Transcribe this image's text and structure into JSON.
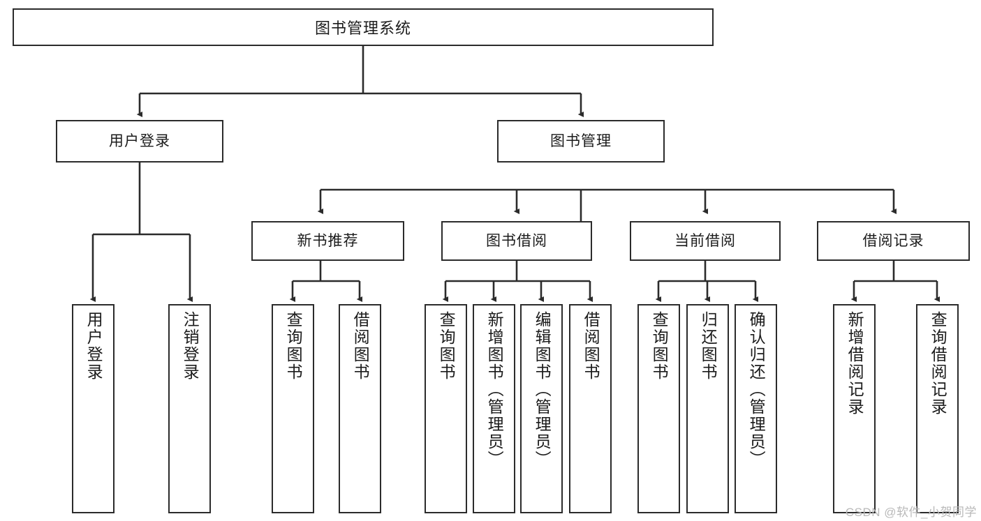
{
  "diagram": {
    "title": "图书管理系统",
    "type": "tree-hierarchy",
    "root": {
      "label": "图书管理系统"
    },
    "level1": [
      {
        "label": "用户登录"
      },
      {
        "label": "图书管理"
      }
    ],
    "level2": [
      {
        "label": "新书推荐"
      },
      {
        "label": "图书借阅"
      },
      {
        "label": "当前借阅"
      },
      {
        "label": "借阅记录"
      }
    ],
    "leaves": {
      "user_login": [
        {
          "label": "用户登录"
        },
        {
          "label": "注销登录"
        }
      ],
      "new_book_recommend": [
        {
          "label": "查询图书"
        },
        {
          "label": "借阅图书"
        }
      ],
      "book_borrow": [
        {
          "label": "查询图书"
        },
        {
          "label": "新增图书（管理员）"
        },
        {
          "label": "编辑图书（管理员）"
        },
        {
          "label": "借阅图书"
        }
      ],
      "current_borrow": [
        {
          "label": "查询图书"
        },
        {
          "label": "归还图书"
        },
        {
          "label": "确认归还（管理员）"
        }
      ],
      "borrow_records": [
        {
          "label": "新增借阅记录"
        },
        {
          "label": "查询借阅记录"
        }
      ]
    }
  },
  "watermark": {
    "text": "CSDN @软件_小贺同学"
  },
  "colors": {
    "stroke": "#2b2b2b",
    "background": "#ffffff",
    "text": "#1b1b1b",
    "watermark": "#b9b9b9"
  }
}
